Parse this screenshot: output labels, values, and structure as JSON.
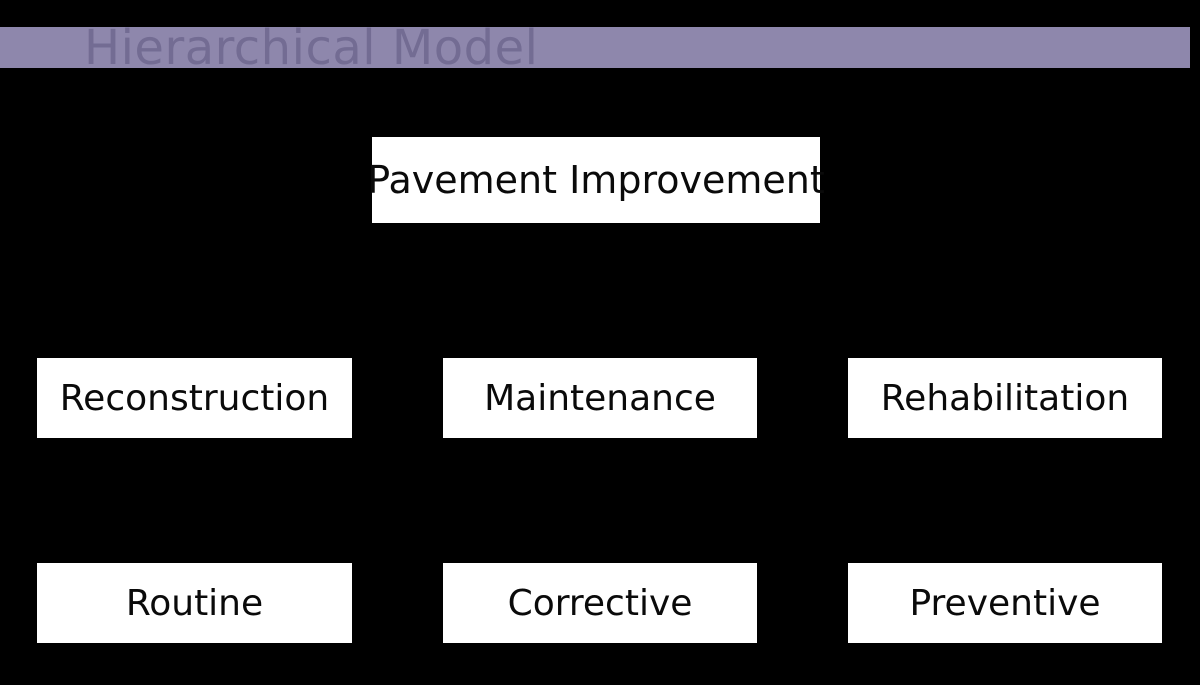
{
  "header": {
    "title": "Hierarchical Model"
  },
  "colors": {
    "background": "#000000",
    "header_bar": "#8e87ac",
    "header_text": "#736c93",
    "node_background": "#ffffff",
    "node_text": "#0a0a0a"
  },
  "nodes": {
    "root": {
      "label": "Pavement Improvement"
    },
    "level2": [
      {
        "label": "Reconstruction"
      },
      {
        "label": "Maintenance"
      },
      {
        "label": "Rehabilitation"
      }
    ],
    "level3": [
      {
        "label": "Routine"
      },
      {
        "label": "Corrective"
      },
      {
        "label": "Preventive"
      }
    ]
  }
}
